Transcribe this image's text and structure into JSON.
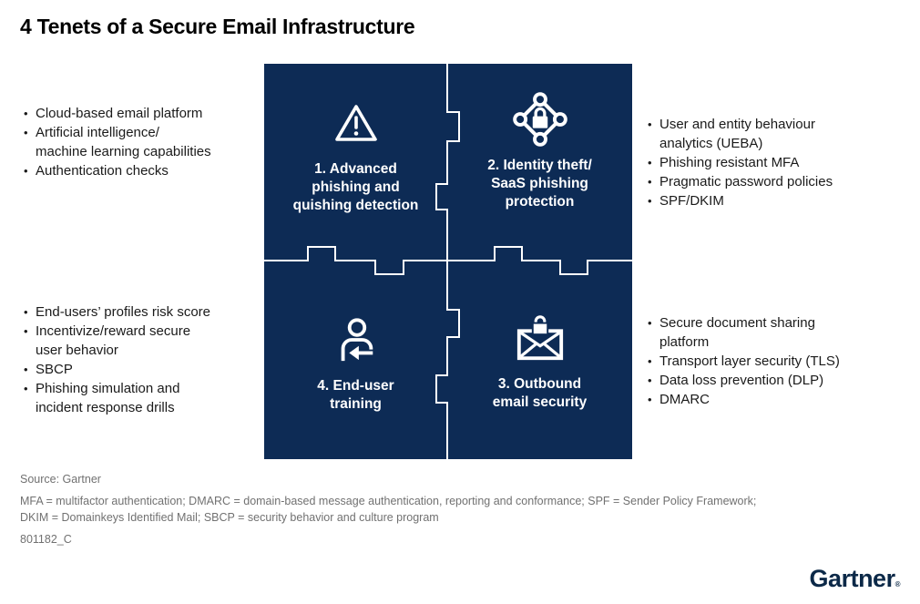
{
  "title": "4 Tenets of a Secure Email Infrastructure",
  "colors": {
    "navy": "#0d2b55",
    "seam_white": "#ffffff",
    "body_text": "#1a1a1a",
    "muted_gray": "#717171",
    "logo_navy": "#0c2948"
  },
  "lists": {
    "top_left": {
      "items": [
        "Cloud-based email platform",
        "Artificial intelligence/\nmachine learning capabilities",
        "Authentication checks"
      ]
    },
    "top_right": {
      "items": [
        "User and entity behaviour\nanalytics (UEBA)",
        "Phishing resistant MFA",
        "Pragmatic password policies",
        "SPF/DKIM"
      ]
    },
    "bottom_left": {
      "items": [
        "End-users’ profiles risk score",
        "Incentivize/reward secure\nuser behavior",
        "SBCP",
        "Phishing simulation and\nincident response drills"
      ]
    },
    "bottom_right": {
      "items": [
        "Secure document sharing\nplatform",
        "Transport layer security (TLS)",
        "Data loss prevention (DLP)",
        "DMARC"
      ]
    }
  },
  "puzzle": {
    "quadrants": [
      {
        "id": 1,
        "label": "1. Advanced\nphishing and\nquishing detection",
        "icon": "warning-triangle-icon"
      },
      {
        "id": 2,
        "label": "2. Identity theft/\nSaaS phishing\nprotection",
        "icon": "identity-network-lock-icon"
      },
      {
        "id": 3,
        "label": "3. Outbound\nemail security",
        "icon": "outbound-email-lock-icon"
      },
      {
        "id": 4,
        "label": "4. End-user\ntraining",
        "icon": "end-user-training-icon"
      }
    ]
  },
  "footer": {
    "source": "Source: Gartner",
    "footnote": "MFA = multifactor authentication; DMARC = domain-based message authentication, reporting and conformance; SPF = Sender Policy Framework;\nDKIM = Domainkeys Identified Mail; SBCP = security behavior and culture program",
    "doc_id": "801182_C",
    "logo": "Gartner",
    "registered_mark": "®"
  }
}
